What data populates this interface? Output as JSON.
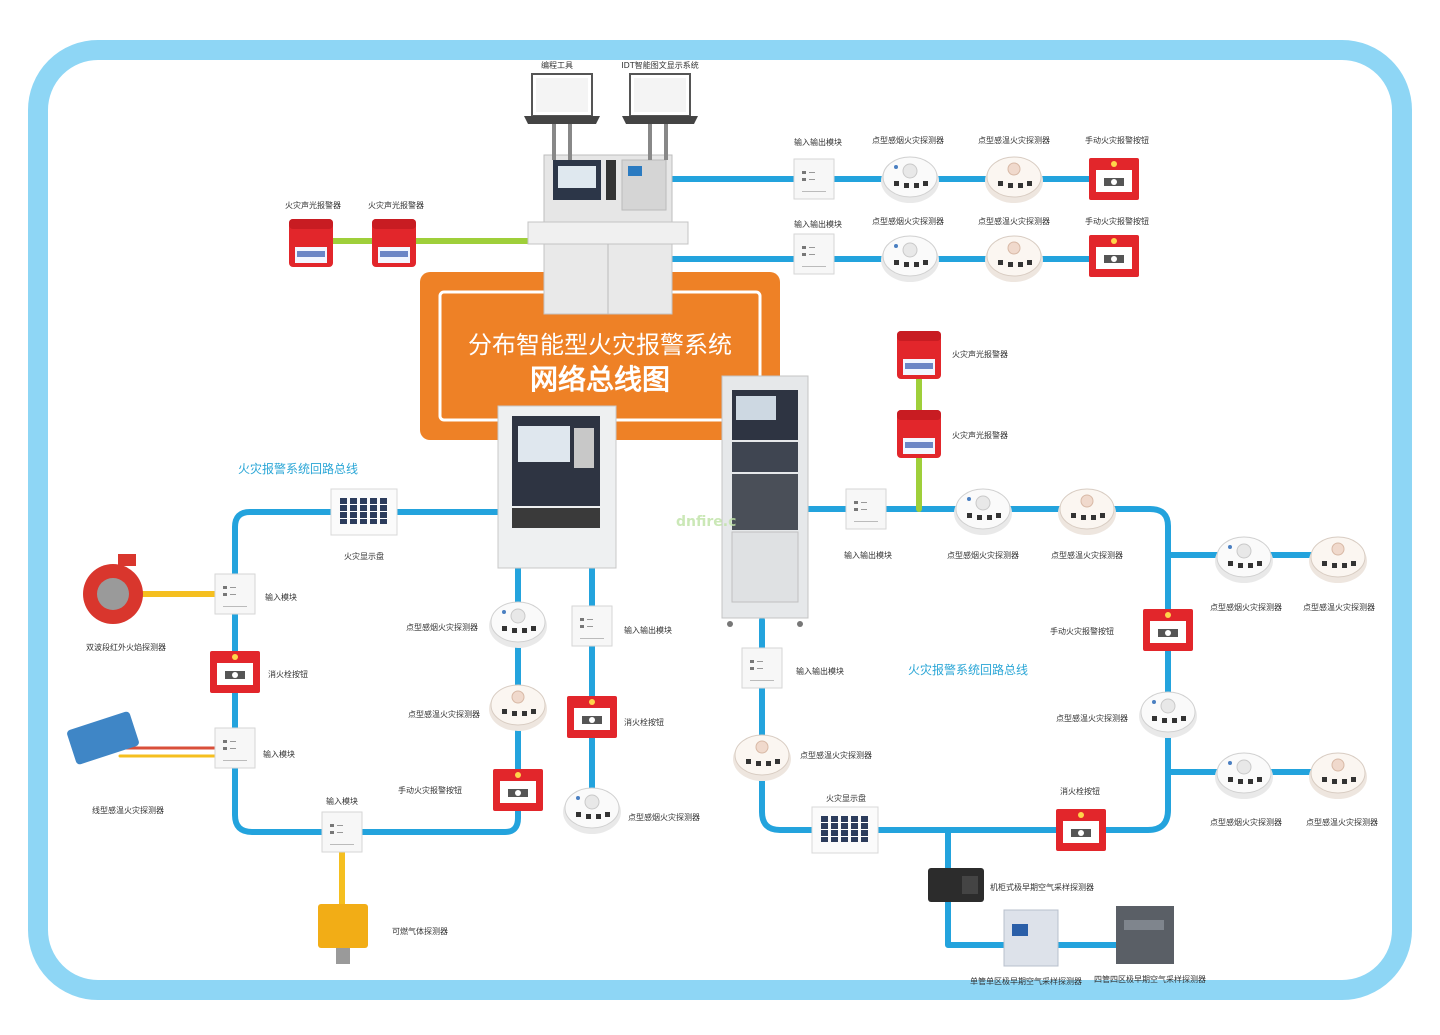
{
  "title": {
    "line1": "分布智能型火灾报警系统",
    "line2": "网络总线图"
  },
  "watermark": "dnfire.c",
  "bus_labels": {
    "left": "火灾报警系统回路总线",
    "right": "火灾报警系统回路总线"
  },
  "workstations": {
    "left": "编程工具",
    "right": "IDT智能图文显示系统"
  },
  "top_right_rows": [
    {
      "module": "输入输出模块",
      "smoke": "点型感烟火灾探测器",
      "heat": "点型感温火灾探测器",
      "button": "手动火灾报警按钮"
    },
    {
      "module": "输入输出模块",
      "smoke": "点型感烟火灾探测器",
      "heat": "点型感温火灾探测器",
      "button": "手动火灾报警按钮"
    }
  ],
  "top_left_alarms": [
    "火灾声光报警器",
    "火灾声光报警器"
  ],
  "left_loop": {
    "display": "火灾显示盘",
    "module1": "输入模块",
    "flame_detector": "双波段红外火焰探测器",
    "hydrant1": "消火栓按钮",
    "module2": "输入模块",
    "linear_heat": "线型感温火灾探测器",
    "module3": "输入模块",
    "gas_detector": "可燃气体探测器",
    "smoke1": "点型感烟火灾探测器",
    "heat1": "点型感温火灾探测器",
    "manual1": "手动火灾报警按钮",
    "io_module": "输入输出模块",
    "hydrant2": "消火栓按钮",
    "smoke2": "点型感烟火灾探测器"
  },
  "right_loop": {
    "alarm1": "火灾声光报警器",
    "alarm2": "火灾声光报警器",
    "io_module_top": "输入输出模块",
    "smoke_top": "点型感烟火灾探测器",
    "heat_top": "点型感温火灾探测器",
    "branch1_smoke": "点型感烟火灾探测器",
    "branch1_heat": "点型感温火灾探测器",
    "manual": "手动火灾报警按钮",
    "heat_mid": "点型感温火灾探测器",
    "branch2_smoke": "点型感烟火灾探测器",
    "branch2_heat": "点型感温火灾探测器",
    "hydrant": "消火栓按钮",
    "io_module_left": "输入输出模块",
    "heat_left": "点型感温火灾探测器",
    "display": "火灾显示盘",
    "asd_rack": "机柜式极早期空气采样探测器",
    "asd_single": "单管单区极早期空气采样探测器",
    "asd_four": "四管四区极早期空气采样探测器"
  },
  "colors": {
    "frame": "#8ed6f5",
    "bus": "#23a3dd",
    "alarm_bus": "#9fcf3a",
    "gas_bus": "#f5bf1f",
    "title_bg": "#ee8126",
    "red_device": "#e2262b"
  }
}
